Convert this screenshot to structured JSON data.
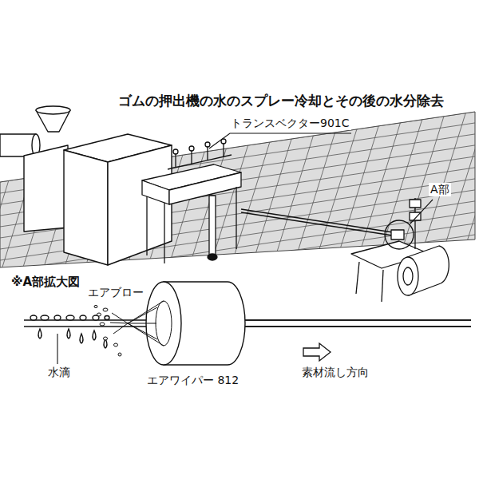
{
  "diagram": {
    "title": "ゴムの押出機の水のスプレー冷却とその後の水分除去",
    "labels": [
      "トランスベクター901C",
      "A部",
      "※A部拡大図",
      "エアブロー",
      "水滴",
      "エアワイパー 812",
      "素材流し方向"
    ]
  }
}
